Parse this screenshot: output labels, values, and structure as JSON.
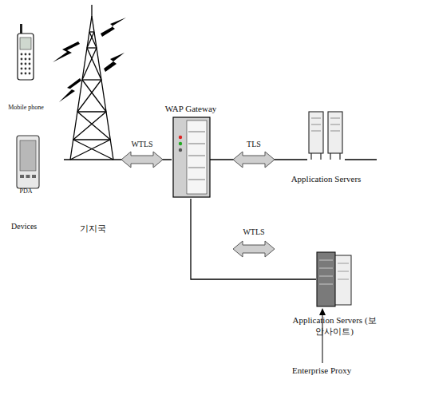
{
  "diagram": {
    "nodes": [
      {
        "text": [
          "Mobile phone"
        ]
      },
      {
        "text": [
          "PDA"
        ]
      },
      {
        "text": [
          "기지국"
        ]
      },
      {
        "text": [
          "WAP Gateway"
        ]
      },
      {
        "text": [
          "Application Servers"
        ]
      },
      {
        "text": [
          "Application Servers (보안사이트)"
        ]
      }
    ],
    "edges": [
      {
        "from": 2,
        "to": 3,
        "arrow": "both",
        "label": "WTLS"
      },
      {
        "from": 3,
        "to": 4,
        "arrow": "both",
        "label": "TLS"
      },
      {
        "from": 3,
        "to": 5,
        "arrow": "both",
        "label": "WTLS"
      }
    ],
    "labels": [
      "Devices",
      "Enterprise Proxy"
    ]
  }
}
